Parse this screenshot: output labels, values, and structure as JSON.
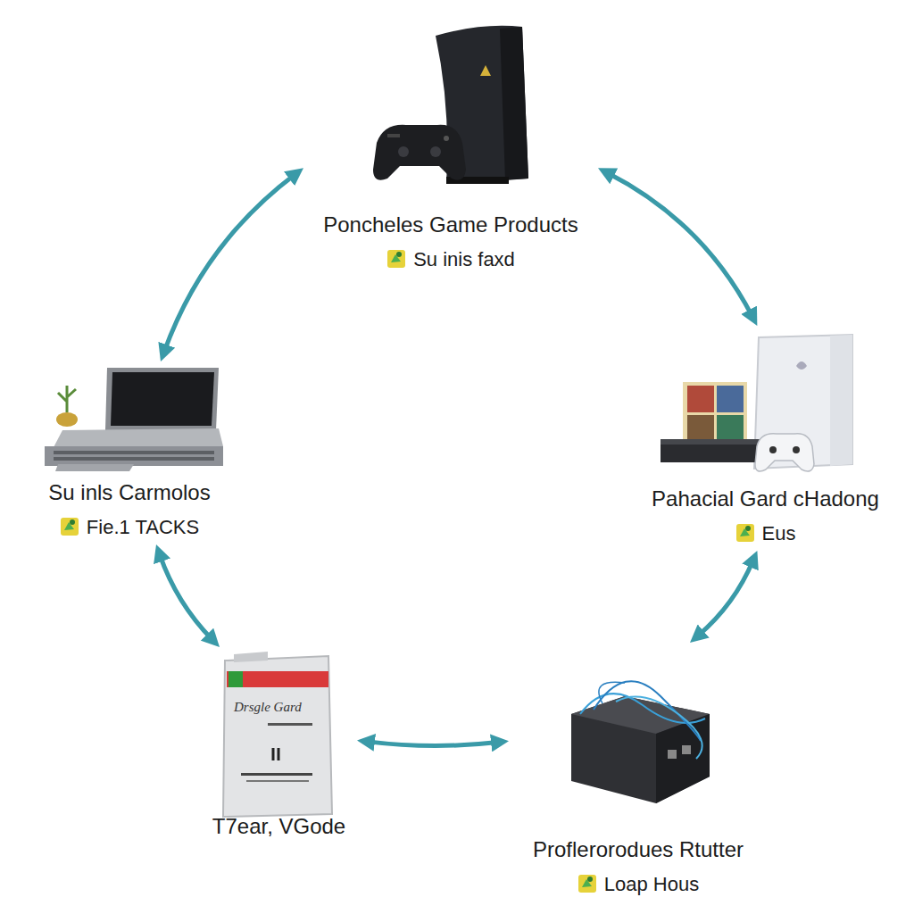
{
  "diagram": {
    "nodes": [
      {
        "text": [
          "Poncheles Game Products",
          "Su inis faxd"
        ]
      },
      {
        "text": [
          "Su inls Carmolos",
          "Fie.1 TACKS"
        ]
      },
      {
        "text": [
          "Pahacial Gard cHadong",
          "Eus"
        ]
      },
      {
        "text": [
          "T7ear, VGode"
        ]
      },
      {
        "text": [
          "Proflerorodues Rtutter",
          "Loap Hous"
        ]
      }
    ],
    "edges": [
      {
        "from": 0,
        "to": 1,
        "arrow": "both"
      },
      {
        "from": 0,
        "to": 2,
        "arrow": "both"
      },
      {
        "from": 1,
        "to": 3,
        "arrow": "both"
      },
      {
        "from": 3,
        "to": 4,
        "arrow": "both"
      },
      {
        "from": 4,
        "to": 2,
        "arrow": "both"
      }
    ],
    "labels": [
      "Drsgle Gard"
    ]
  }
}
